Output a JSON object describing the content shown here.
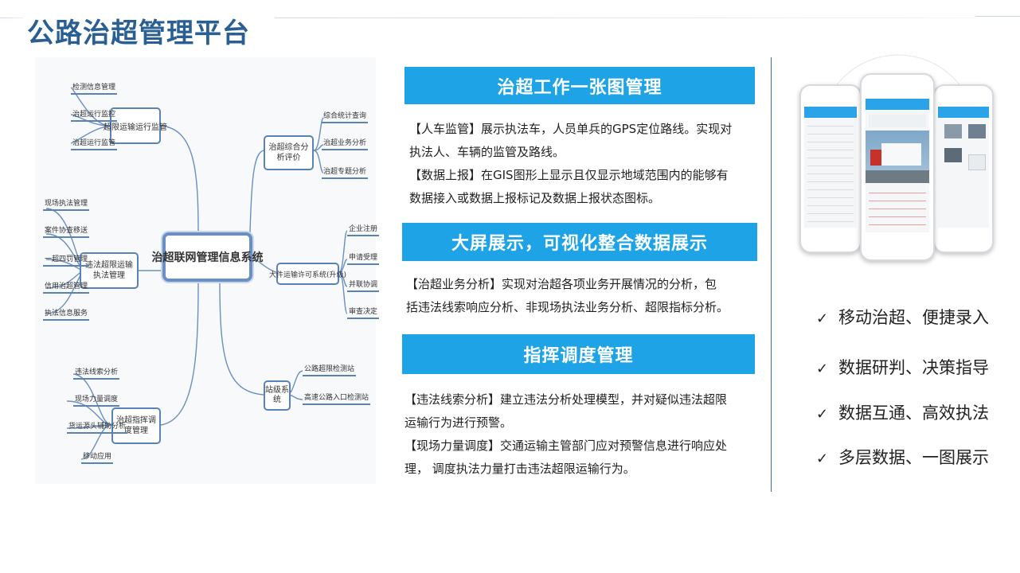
{
  "page": {
    "title": "公路治超管理平台"
  },
  "mindmap": {
    "center": "治超联网管理信息系统",
    "branches": [
      {
        "label": "超限运输运行监管",
        "leaves": [
          "检测信息管理",
          "治超运行监控",
          "治超运行监管"
        ]
      },
      {
        "label": "违法超限运输执法管理",
        "leaves": [
          "现场执法管理",
          "案件协查移送",
          "一超四罚管理",
          "信用治超管理",
          "执法信息服务"
        ]
      },
      {
        "label": "治超指挥调度管理",
        "leaves": [
          "违法线索分析",
          "现场力量调度",
          "货运源头辅助分析",
          "移动应用"
        ]
      },
      {
        "label": "治超综合分析评价",
        "leaves": [
          "综合统计查询",
          "治超业务分析",
          "治超专题分析"
        ]
      },
      {
        "label": "大件运输许可系统(升级)",
        "leaves": [
          "企业注册",
          "申请受理",
          "并联协调",
          "审查决定"
        ]
      },
      {
        "label": "站级系统",
        "leaves": [
          "公路超限检测站",
          "高速公路入口检测站"
        ]
      }
    ]
  },
  "sections": [
    {
      "heading": "治超工作一张图管理",
      "lines": [
        "【人车监管】展示执法车，人员单兵的GPS定位路线。实现对",
        "执法人、车辆的监管及路线。",
        "【数据上报】在GIS图形上显示且仅显示地域范围内的能够有",
        "数据接入或数据上报标记及数据上报状态图标。"
      ]
    },
    {
      "heading": "大屏展示，可视化整合数据展示",
      "lines": [
        "【治超业务分析】实现对治超各项业务开展情况的分析，包",
        "括违法线索响应分析、非现场执法业务分析、超限指标分析。"
      ]
    },
    {
      "heading": "指挥调度管理",
      "lines": [
        "【违法线索分析】建立违法分析处理模型，并对疑似违法超限",
        "运输行为进行预警。",
        "【现场力量调度】交通运输主管部门应对预警信息进行响应处",
        "理， 调度执法力量打击违法超限运输行为。"
      ]
    }
  ],
  "features": {
    "check_mark": "✓",
    "items": [
      "移动治超、便捷录入",
      "数据研判、决策指导",
      "数据互通、高效执法",
      "多层数据、一图展示"
    ]
  },
  "colors": {
    "title": "#2a5f94",
    "section_bg": "#1ea4e6",
    "node_border": "#5a82b4",
    "divider": "#3a6ea5"
  }
}
